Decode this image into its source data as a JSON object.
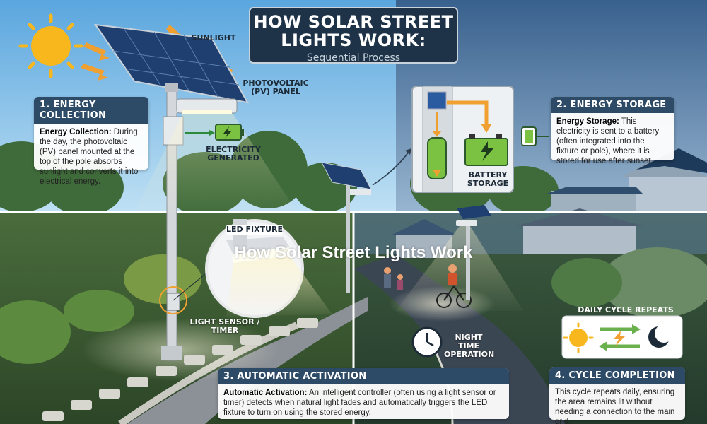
{
  "title": {
    "main": "HOW SOLAR STREET LIGHTS WORK:",
    "subtitle": "Sequential Process"
  },
  "overlay_title": "How Solar Street Lights Work",
  "labels": {
    "sunlight": "SUNLIGHT",
    "pv_panel": "PHOTOVOLTAIC (PV) PANEL",
    "electricity_generated": "ELECTRICITY GENERATED",
    "battery_storage": "BATTERY STORAGE",
    "led_fixture": "LED FIXTURE",
    "light_sensor": "LIGHT SENSOR / TIMER",
    "night_time": "NIGHT TIME OPERATION",
    "daily_cycle": "DAILY CYCLE REPEATS"
  },
  "steps": [
    {
      "heading": "1. ENERGY COLLECTION",
      "bold": "Energy Collection:",
      "text": " During the day, the photovoltaic (PV) panel mounted at the top of the pole absorbs sunlight and converts it into electrical energy."
    },
    {
      "heading": "2. ENERGY STORAGE",
      "bold": "Energy Storage:",
      "text": " This electricity is sent to a battery (often integrated into the fixture or pole), where it is stored for use after sunset."
    },
    {
      "heading": "3. AUTOMATIC ACTIVATION",
      "bold": "Automatic Activation:",
      "text": " An intelligent controller (often using a light sensor or timer) detects when natural light fades and automatically triggers the LED fixture to turn on using the stored energy."
    },
    {
      "heading": "4. CYCLE COMPLETION",
      "bold": "",
      "text": "This cycle repeats daily, ensuring the area remains lit without needing a connection to the main grid."
    }
  ],
  "colors": {
    "card_header": "#2d4a66",
    "title_bg": "#1f3348",
    "sky_day": "#6fb2e0",
    "sky_dusk": "#3d5a80",
    "battery_green": "#7cc242",
    "sun": "#f7b71d",
    "callout_orange": "#f0a030"
  },
  "icons": [
    "sun-icon",
    "solar-panel-icon",
    "battery-icon",
    "clock-icon",
    "moon-icon",
    "cycle-arrows-icon",
    "lamp-icon",
    "sensor-icon"
  ]
}
